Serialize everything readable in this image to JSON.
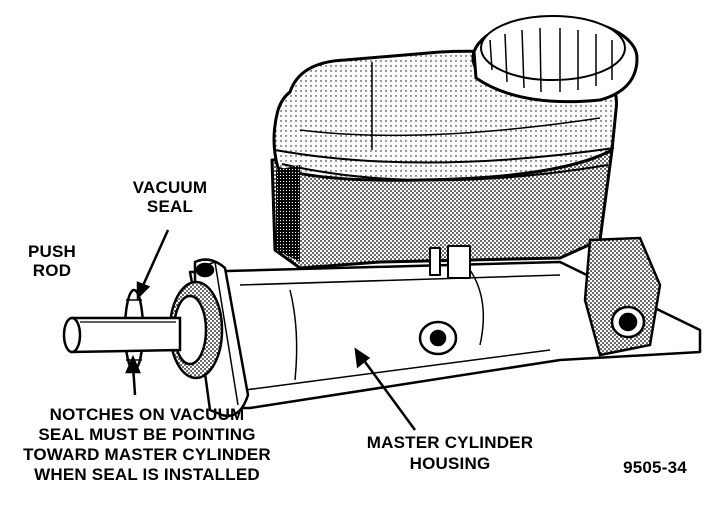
{
  "labels": {
    "vacuum_seal": [
      "VACUUM",
      "SEAL"
    ],
    "push_rod": [
      "PUSH",
      "ROD"
    ],
    "notches_note": [
      "NOTCHES ON VACUUM",
      "SEAL MUST BE POINTING",
      "TOWARD MASTER CYLINDER",
      "WHEN SEAL IS INSTALLED"
    ],
    "housing": [
      "MASTER CYLINDER",
      "HOUSING"
    ],
    "figure_id": "9505-34"
  },
  "colors": {
    "ink": "#000000",
    "paper": "#ffffff"
  }
}
